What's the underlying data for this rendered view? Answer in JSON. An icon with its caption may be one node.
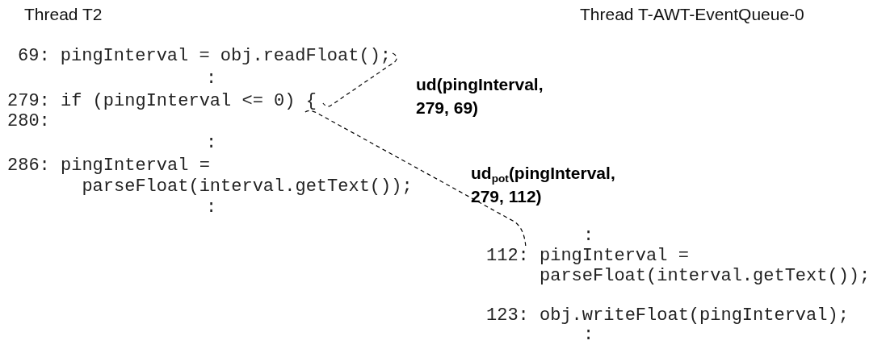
{
  "diagram": {
    "nodes": [
      {
        "text": [
          "69: pingInterval = obj.readFloat();"
        ]
      },
      {
        "text": [
          "279: if (pingInterval <= 0) {"
        ]
      },
      {
        "text": [
          "112: pingInterval = parseFloat(interval.getText());"
        ]
      }
    ],
    "edges": [
      {
        "from": 0,
        "to": 1,
        "arrow": "none",
        "style": "dashed",
        "label": "ud(pingInterval, 279, 69)"
      },
      {
        "from": 1,
        "to": 2,
        "arrow": "none",
        "style": "dashed",
        "label": "ud$_{pot}$(pingInterval, 279, 112)"
      }
    ],
    "labels": [
      "Thread T2",
      "Thread T-AWT-EventQueue-0",
      ":",
      "280:",
      ":",
      "286: pingInterval = parseFloat(interval.getText());",
      ":",
      ":",
      "123: obj.writeFloat(pingInterval);",
      ":"
    ]
  }
}
